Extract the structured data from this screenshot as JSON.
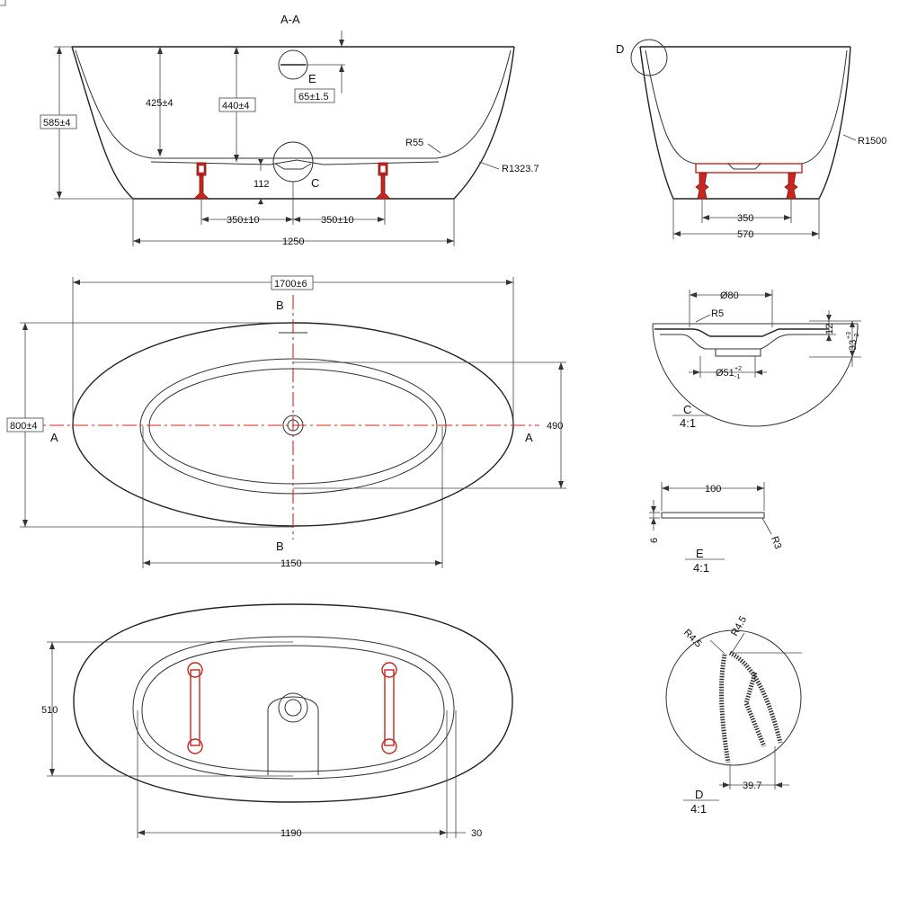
{
  "views": {
    "section_aa": {
      "title": "A-A",
      "dims": {
        "height_total": "585±4",
        "depth_inner": "425±4",
        "depth_outer": "440±4",
        "overflow_label": "E",
        "overflow_height": "65±1.5",
        "radius_inner": "R55",
        "radius_outer": "R1323.7",
        "drain_height": "112",
        "drain_label": "C",
        "leg_left": "350±10",
        "leg_right": "350±10",
        "base_length": "1250"
      }
    },
    "section_bb": {
      "detail_label": "D",
      "radius": "R1500",
      "leg_span": "350",
      "base_width": "570"
    },
    "top_view": {
      "length": "1700±6",
      "width": "800±4",
      "inner_width": "490",
      "inner_length": "1150",
      "cut_a_left": "A",
      "cut_a_right": "A",
      "cut_b_top": "B",
      "cut_b_bottom": "B"
    },
    "bottom_view": {
      "width": "510",
      "length": "1190",
      "offset": "30"
    },
    "detail_c": {
      "diameter_top": "Ø80",
      "radius": "R5",
      "depth": "12",
      "height": "33",
      "height_tol_upper": "+3",
      "height_tol_lower": "-2",
      "diameter_bottom": "Ø51",
      "diameter_tol_upper": "+2",
      "diameter_tol_lower": "-1",
      "label": "C",
      "scale": "4:1"
    },
    "detail_e": {
      "length": "100",
      "thickness": "6",
      "radius": "R3",
      "label": "E",
      "scale": "4:1"
    },
    "detail_d": {
      "radius_left": "R4.5",
      "radius_right": "R4.5",
      "width": "39.7",
      "label": "D",
      "scale": "4:1"
    }
  },
  "colors": {
    "line": "#333333",
    "feet_and_centerline": "#c8261e"
  }
}
